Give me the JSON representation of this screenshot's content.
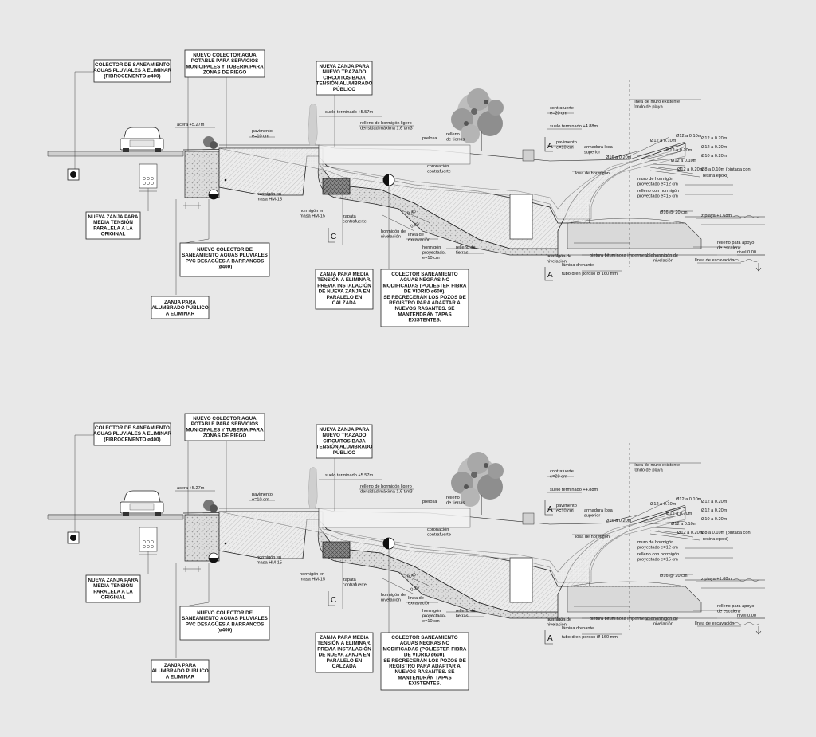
{
  "labels": {
    "colector_pluviales_eliminar": [
      "COLECTOR DE SANEAMIENTO",
      "AGUAS PLUVIALES A ELIMINAR",
      "(FIBROCEMENTO ø400)"
    ],
    "colector_agua_potable": [
      "NUEVO COLECTOR AGUA",
      "POTABLE PARA SERVICIOS",
      "MUNICIPALES Y TUBERIA PARA",
      "ZONAS DE RIEGO"
    ],
    "zanja_alumbrado": [
      "NUEVA ZANJA PARA",
      "NUEVO TRAZADO",
      "CIRCUITOS BAJA",
      "TENSIÓN ALUMBRADO",
      "PÚBLICO"
    ],
    "zanja_media_tension": [
      "NUEVA ZANJA PARA",
      "MEDIA TENSIÓN",
      "PARALELA A LA",
      "ORIGINAL"
    ],
    "colector_barrancos": [
      "NUEVO COLECTOR DE",
      "SANEAMIENTO AGUAS PLUVIALES",
      "PVC DESAGÜES A BARRANCOS",
      "(ø400)"
    ],
    "zanja_alumbrado_eliminar": [
      "ZANJA PARA",
      "ALUMBRADO PÚBLICO",
      "A ELIMINAR"
    ],
    "zanja_mt_eliminar": [
      "ZANJA PARA MEDIA",
      "TENSIÓN A ELIMINAR,",
      "PREVIA INSTALACIÓN",
      "DE NUEVA ZANJA EN",
      "PARALELO EN",
      "CALZADA"
    ],
    "colector_negras": [
      "COLECTOR SANEAMIENTO",
      "AGUAS NEGRAS NO",
      "MODIFICADAS (POLIESTER FIBRA",
      "DE VIDRIO ø600).",
      "SE RECRECERÁN LOS POZOS DE",
      "REGISTRO PARA ADAPTAR A",
      "NUEVOS RASANTES. SE",
      "MANTENDRÁN TAPAS",
      "EXISTENTES."
    ]
  },
  "annotations": {
    "acera": "acera +5.27m",
    "suelo_terminado_1": "suelo terminado +5.57m",
    "pavimento_1": [
      "pavimento",
      "e=10 cm"
    ],
    "relleno_ligero": [
      "relleno de hormigón ligero",
      "densidad máxima 1.6 t/m3"
    ],
    "prelosa": "prelosa",
    "relleno_tierras": [
      "relleno",
      "de tierras"
    ],
    "contrafuerte": [
      "contrafuerte",
      "e=20 cm"
    ],
    "suelo_terminado_2": "suelo terminado +4.88m",
    "pavimento_2": [
      "pavimento",
      "e=10 cm"
    ],
    "armadura": [
      "armadura losa",
      "superior"
    ],
    "losa": "losa de hormigón",
    "coronacion": [
      "coronación",
      "contrafuerte"
    ],
    "hormigon_masa_1": [
      "hormigón en",
      "masa HM-15"
    ],
    "hormigon_masa_2": [
      "hormigón en",
      "masa HM-15"
    ],
    "zapata": [
      "zapata",
      "contrafuerte"
    ],
    "hormigon_nivelacion_1": [
      "hormigón de",
      "nivelación"
    ],
    "linea_excavacion_1": [
      "línea de",
      "excavación"
    ],
    "hormigon_proyectado_1": [
      "hormigón",
      "proyectado",
      "e=10 cm"
    ],
    "relleno_tierras_2": [
      "relleno de",
      "tierras"
    ],
    "hormigon_nivelacion_2": [
      "hormigón de",
      "nivelación"
    ],
    "pintura": "pintura bituminosa impermeable",
    "lamina": "lámina drenante",
    "tubo": "tubo dren poroso Ø 160 mm",
    "linea_muro": [
      "línea de muro existente",
      "fondo de playa"
    ],
    "muro_hormigon": [
      "muro de hormigón",
      "proyectado e=12 cm"
    ],
    "relleno_hormigon": [
      "relleno con hormigón",
      "proyectado e=15 cm"
    ],
    "phi16": "Ø16 @ 20 cm",
    "playa": "z playa +1.68m",
    "relleno_apoyo": [
      "relleno para apoyo",
      "de escalera"
    ],
    "hormigon_nivelacion_3": [
      "hormigón de",
      "nivelación"
    ],
    "linea_excavacion_2": "línea de excavación",
    "nivel": "nivel 0.00",
    "dim_040": "0.40",
    "dim_020": "0.20",
    "rebar": [
      "Ø12 a 0.10m",
      "Ø12 a 0.20m",
      "Ø12 a 0.10m",
      "Ø12 a 0.20m",
      "Ø10 a 0.20m",
      "Ø12 a 0.10m",
      "Ø16 a 0.20m",
      "Ø12 a 0.10m",
      "Ø12 a 0.20m",
      "Ø8 a 0.10m (pintada con",
      "resina epoxi)"
    ]
  },
  "section_marks": {
    "a": "A",
    "c": "C"
  }
}
